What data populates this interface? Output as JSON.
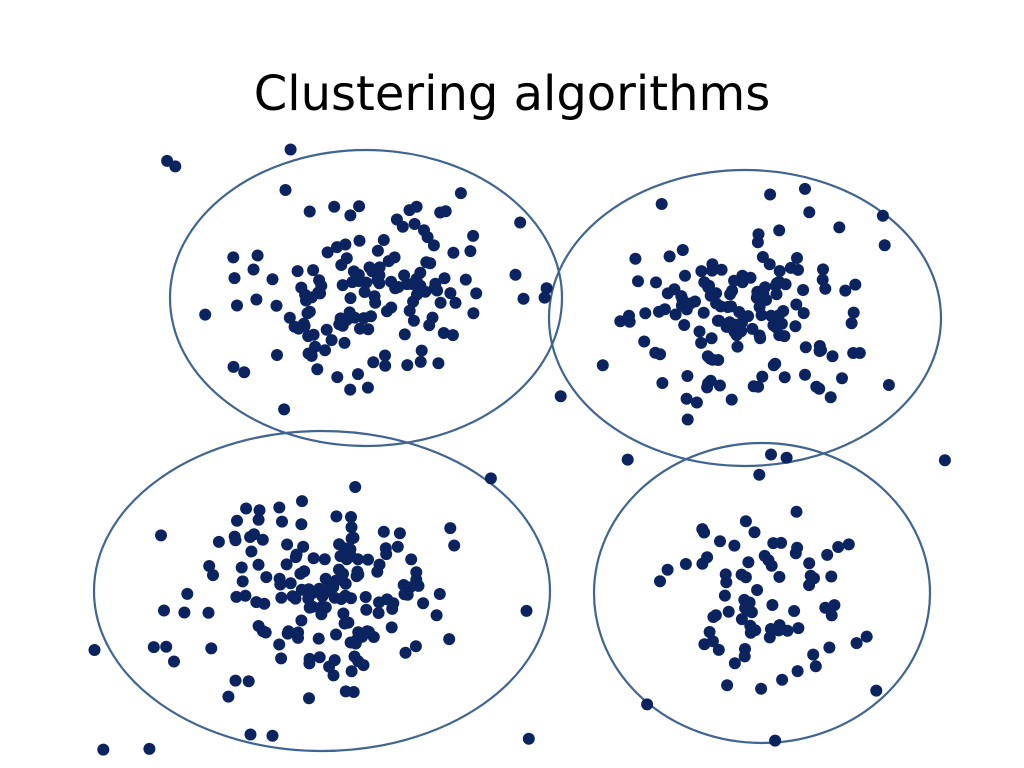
{
  "slide": {
    "title": "Clustering algorithms"
  },
  "colors": {
    "background": "#ffffff",
    "point": "#0b2460",
    "ellipse_stroke": "#3f6590",
    "title": "#000000"
  },
  "clusters": [
    {
      "name": "top-left",
      "point_count": 150
    },
    {
      "name": "top-right",
      "point_count": 150
    },
    {
      "name": "bottom-left",
      "point_count": 170
    },
    {
      "name": "bottom-right",
      "point_count": 80
    }
  ]
}
